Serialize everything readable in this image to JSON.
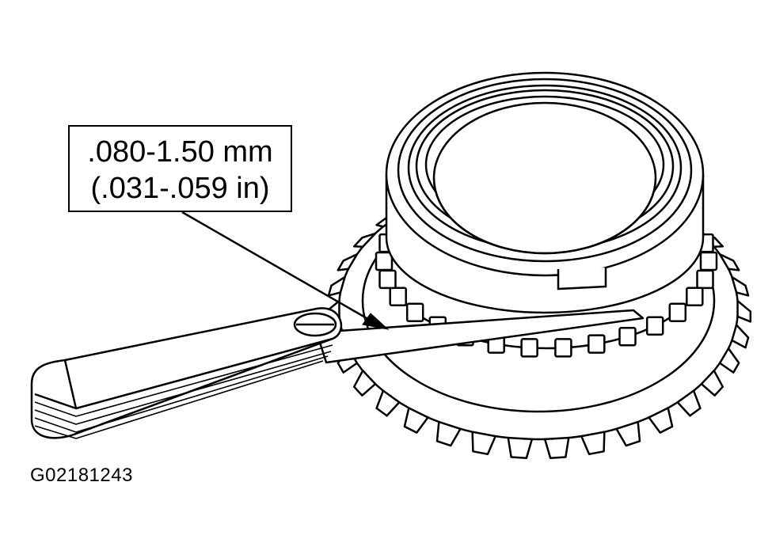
{
  "callout": {
    "line1": ".080-1.50 mm",
    "line2": "(.031-.059 in)"
  },
  "figure_id": "G02181243",
  "colors": {
    "ink": "#000000",
    "paper": "#ffffff"
  }
}
